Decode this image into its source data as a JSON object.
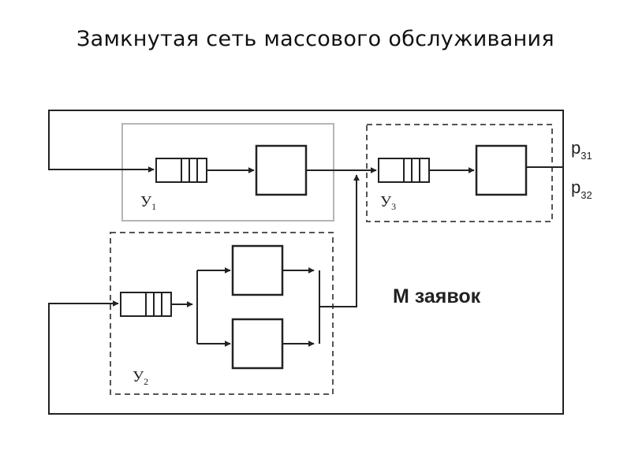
{
  "title": "Замкнутая сеть массового обслуживания",
  "nodes": {
    "u1": {
      "letter": "У",
      "index": "1"
    },
    "u2": {
      "letter": "У",
      "index": "2"
    },
    "u3": {
      "letter": "У",
      "index": "3"
    }
  },
  "outputs": {
    "p31": {
      "letter": "p",
      "index": "31"
    },
    "p32": {
      "letter": "p",
      "index": "32"
    }
  },
  "requests_label": "М заявок",
  "colors": {
    "line": "#222222",
    "u1_border": "#b5b5b5",
    "dashed_border": "#555555"
  }
}
